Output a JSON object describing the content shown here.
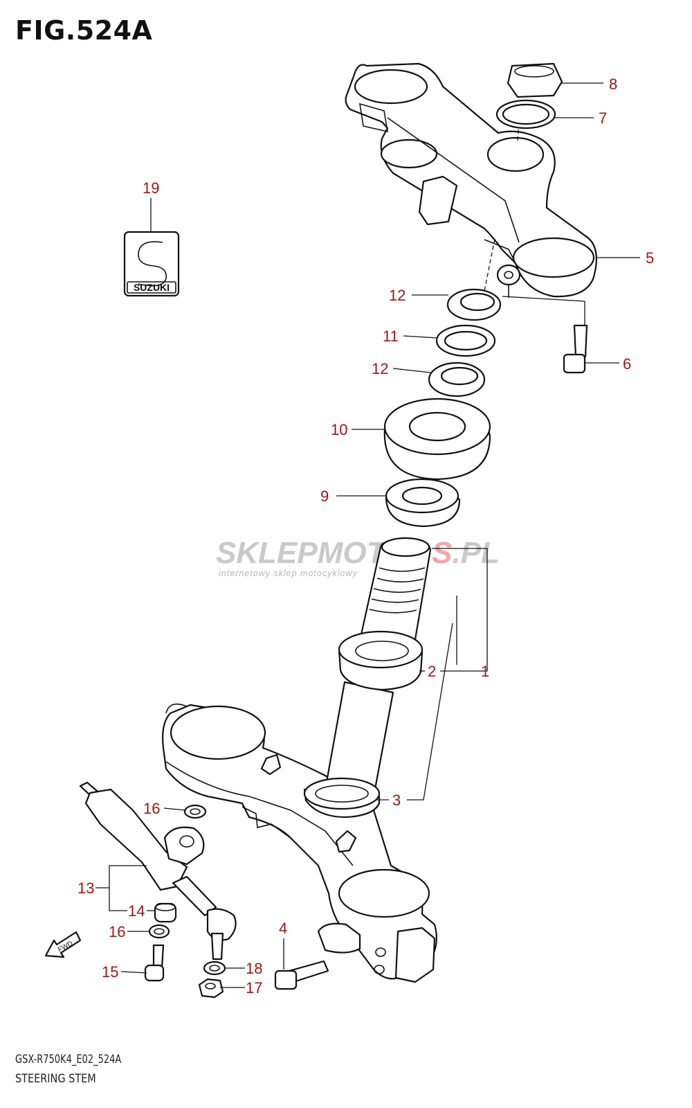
{
  "figure": {
    "title": "FIG.524A",
    "model_code": "GSX-R750K4_E02_524A",
    "section_name": "STEERING STEM"
  },
  "watermark": {
    "brand_a": "SKLEPMOTO",
    "brand_b": "GS",
    "brand_c": ".PL",
    "tagline": "internetowy sklep motocyklowy"
  },
  "emblem": {
    "text": "SUZUKI"
  },
  "direction_marker": {
    "text": "FWD"
  },
  "callouts": [
    {
      "label": "1"
    },
    {
      "label": "2"
    },
    {
      "label": "3"
    },
    {
      "label": "4"
    },
    {
      "label": "5"
    },
    {
      "label": "6"
    },
    {
      "label": "7"
    },
    {
      "label": "8"
    },
    {
      "label": "9"
    },
    {
      "label": "10"
    },
    {
      "label": "11"
    },
    {
      "label": "12"
    },
    {
      "label": "12"
    },
    {
      "label": "13"
    },
    {
      "label": "14"
    },
    {
      "label": "15"
    },
    {
      "label": "16"
    },
    {
      "label": "16"
    },
    {
      "label": "17"
    },
    {
      "label": "18"
    },
    {
      "label": "19"
    }
  ],
  "colors": {
    "callout": "#a01515",
    "line": "#111111",
    "watermark": "#c9c9c9"
  }
}
